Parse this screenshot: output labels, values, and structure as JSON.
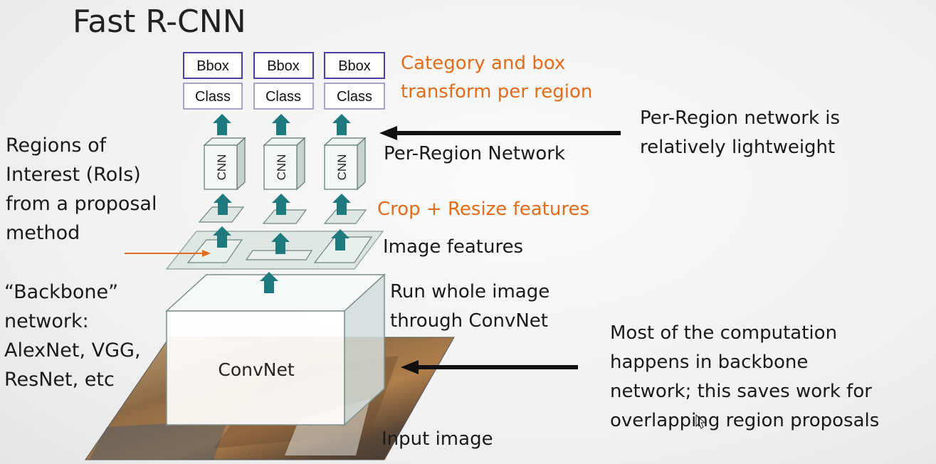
{
  "title": "Fast R-CNN",
  "boxes": {
    "bbox": "Bbox",
    "class": "Class",
    "cnn": "CNN",
    "convnet": "ConvNet"
  },
  "labels": {
    "category_box_1": "Category and box",
    "category_box_2": "transform per region",
    "per_region_network": "Per-Region Network",
    "crop_resize": "Crop + Resize features",
    "image_features": "Image features",
    "run_whole_1": "Run whole image",
    "run_whole_2": "through ConvNet",
    "input_image": "Input image"
  },
  "notes": {
    "rois": [
      "Regions of",
      "Interest (RoIs)",
      "from a proposal",
      "method"
    ],
    "backbone": [
      "“Backbone”",
      "network:",
      "AlexNet, VGG,",
      "ResNet, etc"
    ],
    "lightweight": [
      "Per-Region network is",
      "relatively lightweight"
    ],
    "computation": [
      "Most of the computation",
      "happens in backbone",
      "network; this saves work for",
      "overlapping region proposals"
    ]
  },
  "colors": {
    "arrow_teal": "#1f7a80",
    "orange_text": "#e36c1b",
    "box_border": "#4a3f9e",
    "plate_fill": "#dde6e2"
  }
}
